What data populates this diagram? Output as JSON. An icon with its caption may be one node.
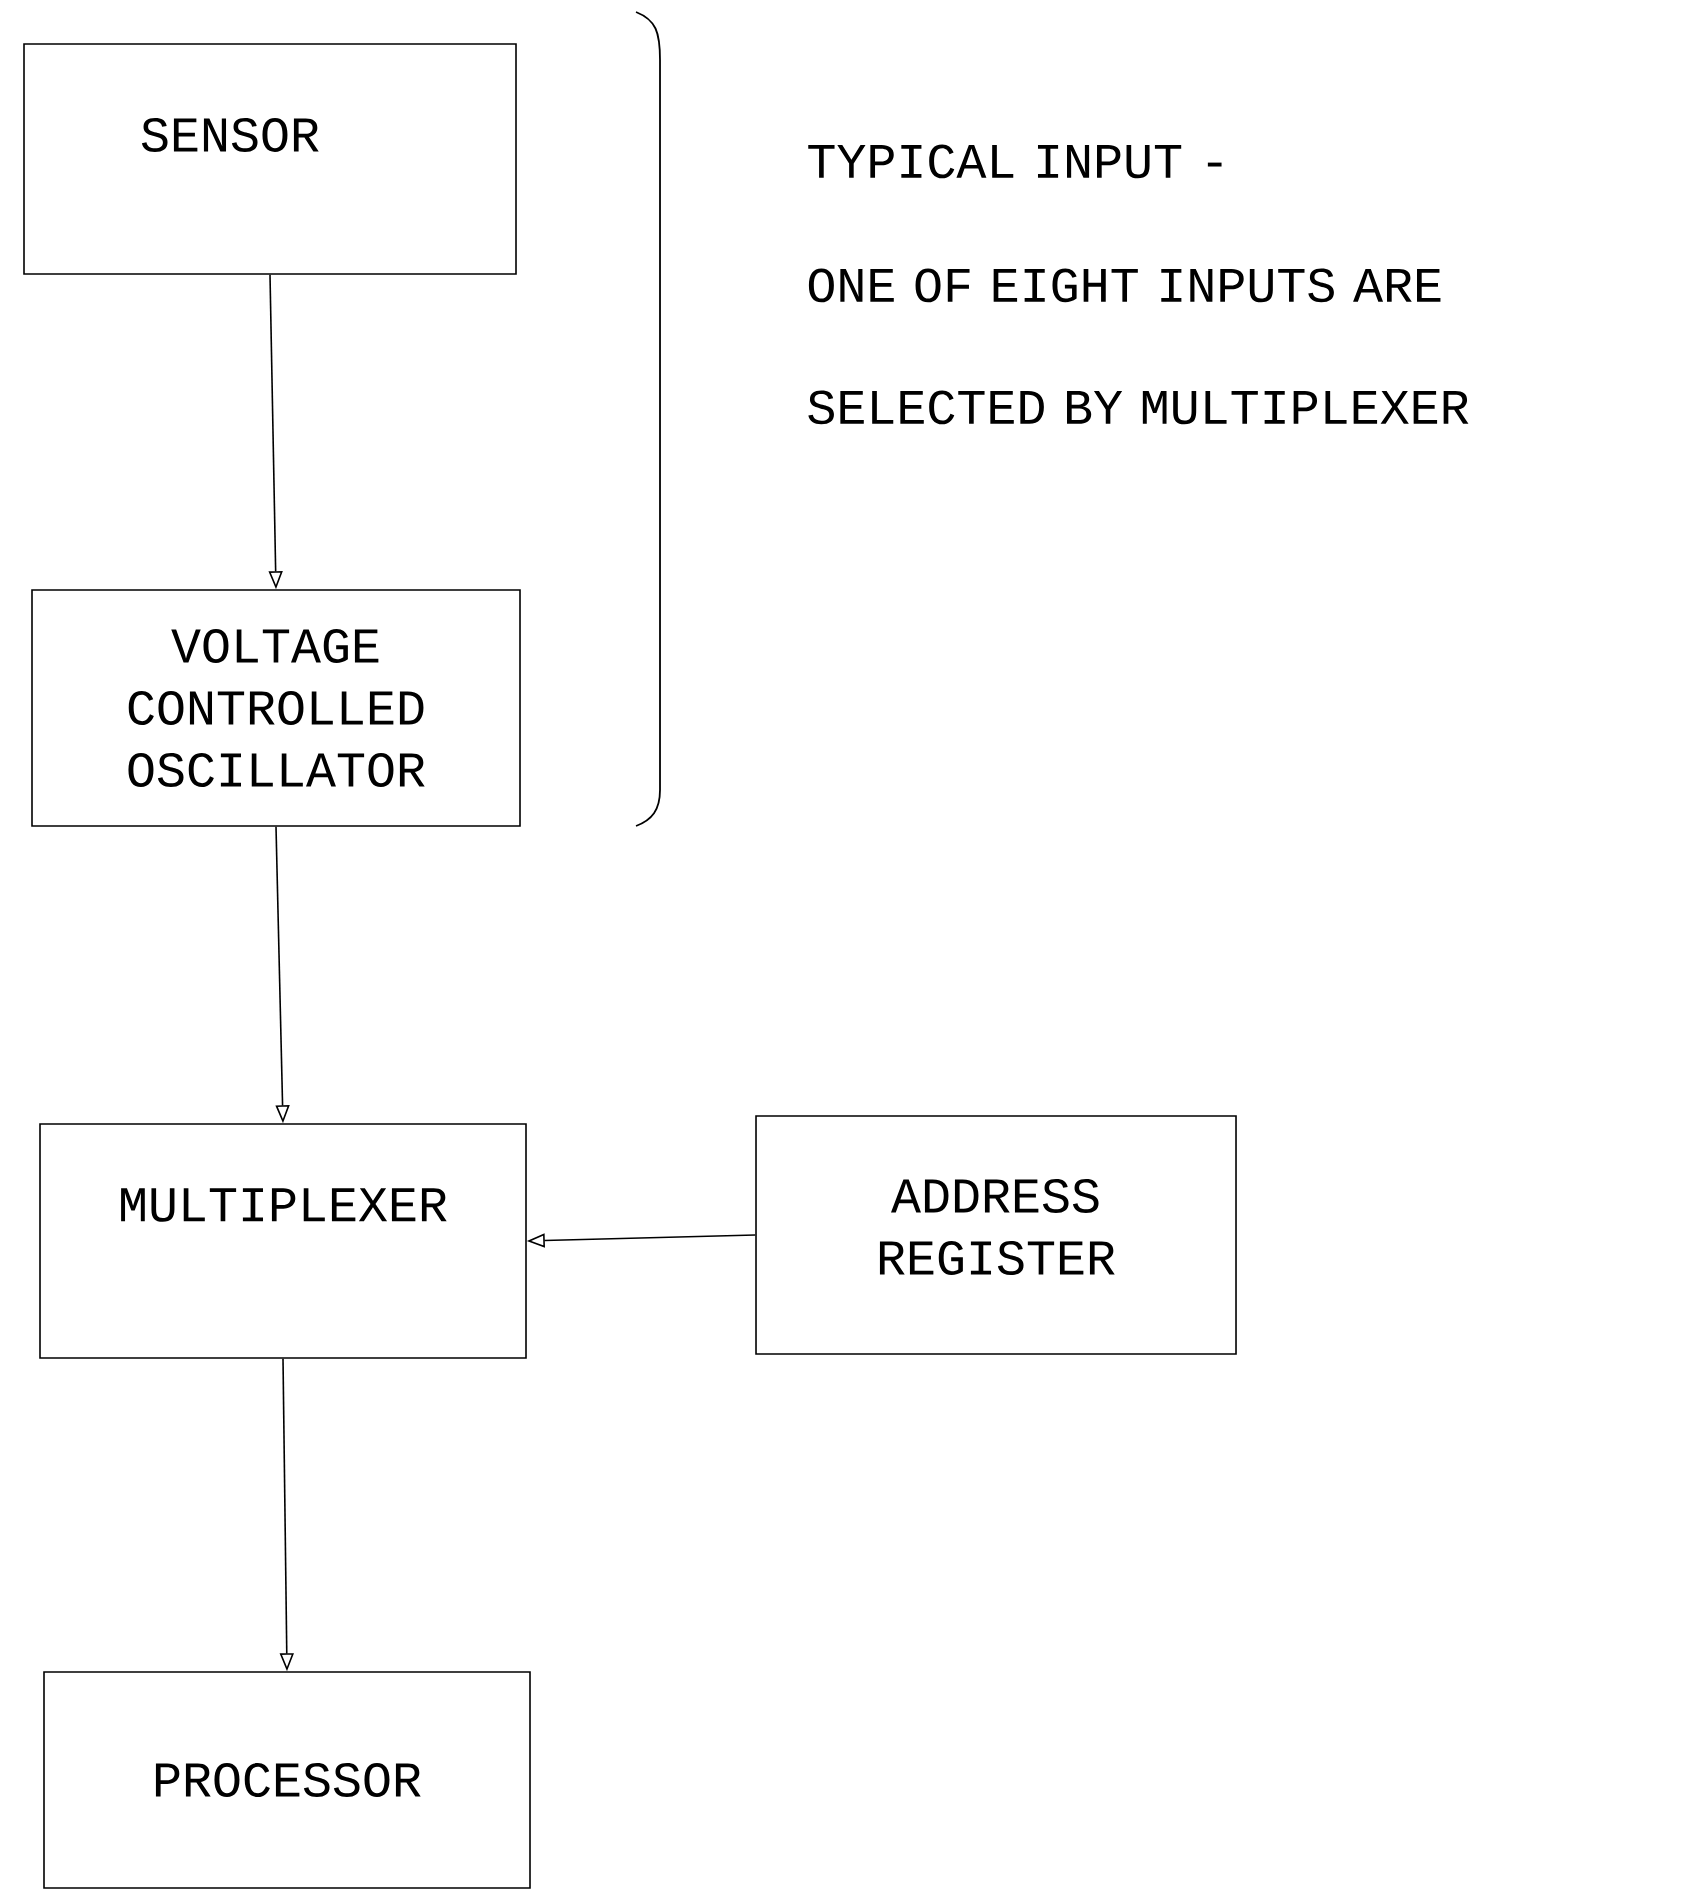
{
  "diagram": {
    "nodes": [
      {
        "text": [
          "SENSOR"
        ]
      },
      {
        "text": [
          "VOLTAGE CONTROLLED OSCILLATOR"
        ]
      },
      {
        "text": [
          "MULTIPLEXER"
        ]
      },
      {
        "text": [
          "ADDRESS REGISTER"
        ]
      },
      {
        "text": [
          "PROCESSOR"
        ]
      }
    ],
    "edges": [
      {
        "from": 0,
        "to": 1,
        "arrow": "to"
      },
      {
        "from": 1,
        "to": 2,
        "arrow": "to"
      },
      {
        "from": 3,
        "to": 2,
        "arrow": "to"
      },
      {
        "from": 2,
        "to": 4,
        "arrow": "to"
      }
    ],
    "labels": [
      "TYPICAL INPUT -",
      "ONE OF EIGHT INPUTS ARE SELECTED BY MULTIPLEXER"
    ]
  }
}
